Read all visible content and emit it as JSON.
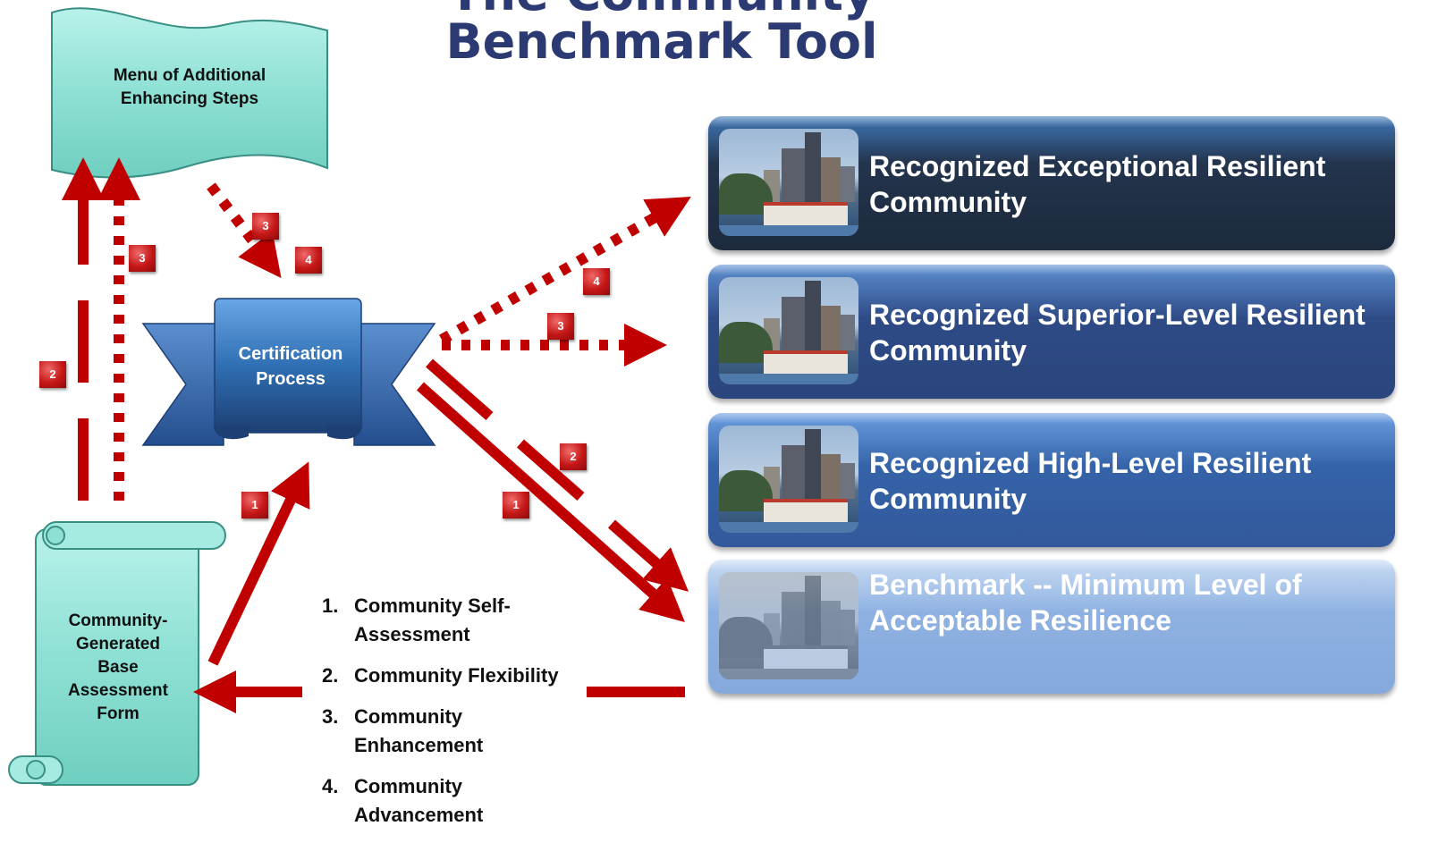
{
  "title": {
    "line1": "The Community",
    "line2": "Benchmark Tool"
  },
  "menu_box": {
    "label": "Menu of Additional Enhancing Steps"
  },
  "certification": {
    "label": "Certification Process"
  },
  "assessment_form": {
    "label": "Community-Generated Base Assessment Form"
  },
  "levels": [
    {
      "label": "Recognized Exceptional  Resilient Community"
    },
    {
      "label": "Recognized Superior-Level Resilient Community"
    },
    {
      "label": "Recognized High-Level Resilient Community"
    },
    {
      "label": "Benchmark -- Minimum Level of Acceptable Resilience"
    }
  ],
  "legend": [
    {
      "num": "1.",
      "label": "Community Self-Assessment"
    },
    {
      "num": "2.",
      "label": "Community Flexibility"
    },
    {
      "num": "3.",
      "label": "Community Enhancement"
    },
    {
      "num": "4.",
      "label": "Community Advancement"
    }
  ],
  "step_tags": [
    "1",
    "2",
    "3",
    "4"
  ],
  "colors": {
    "arrow": "#c00000",
    "teal_box": "#8ee0d4",
    "title": "#2b3a73",
    "cert_banner": "#2f6fb3"
  }
}
